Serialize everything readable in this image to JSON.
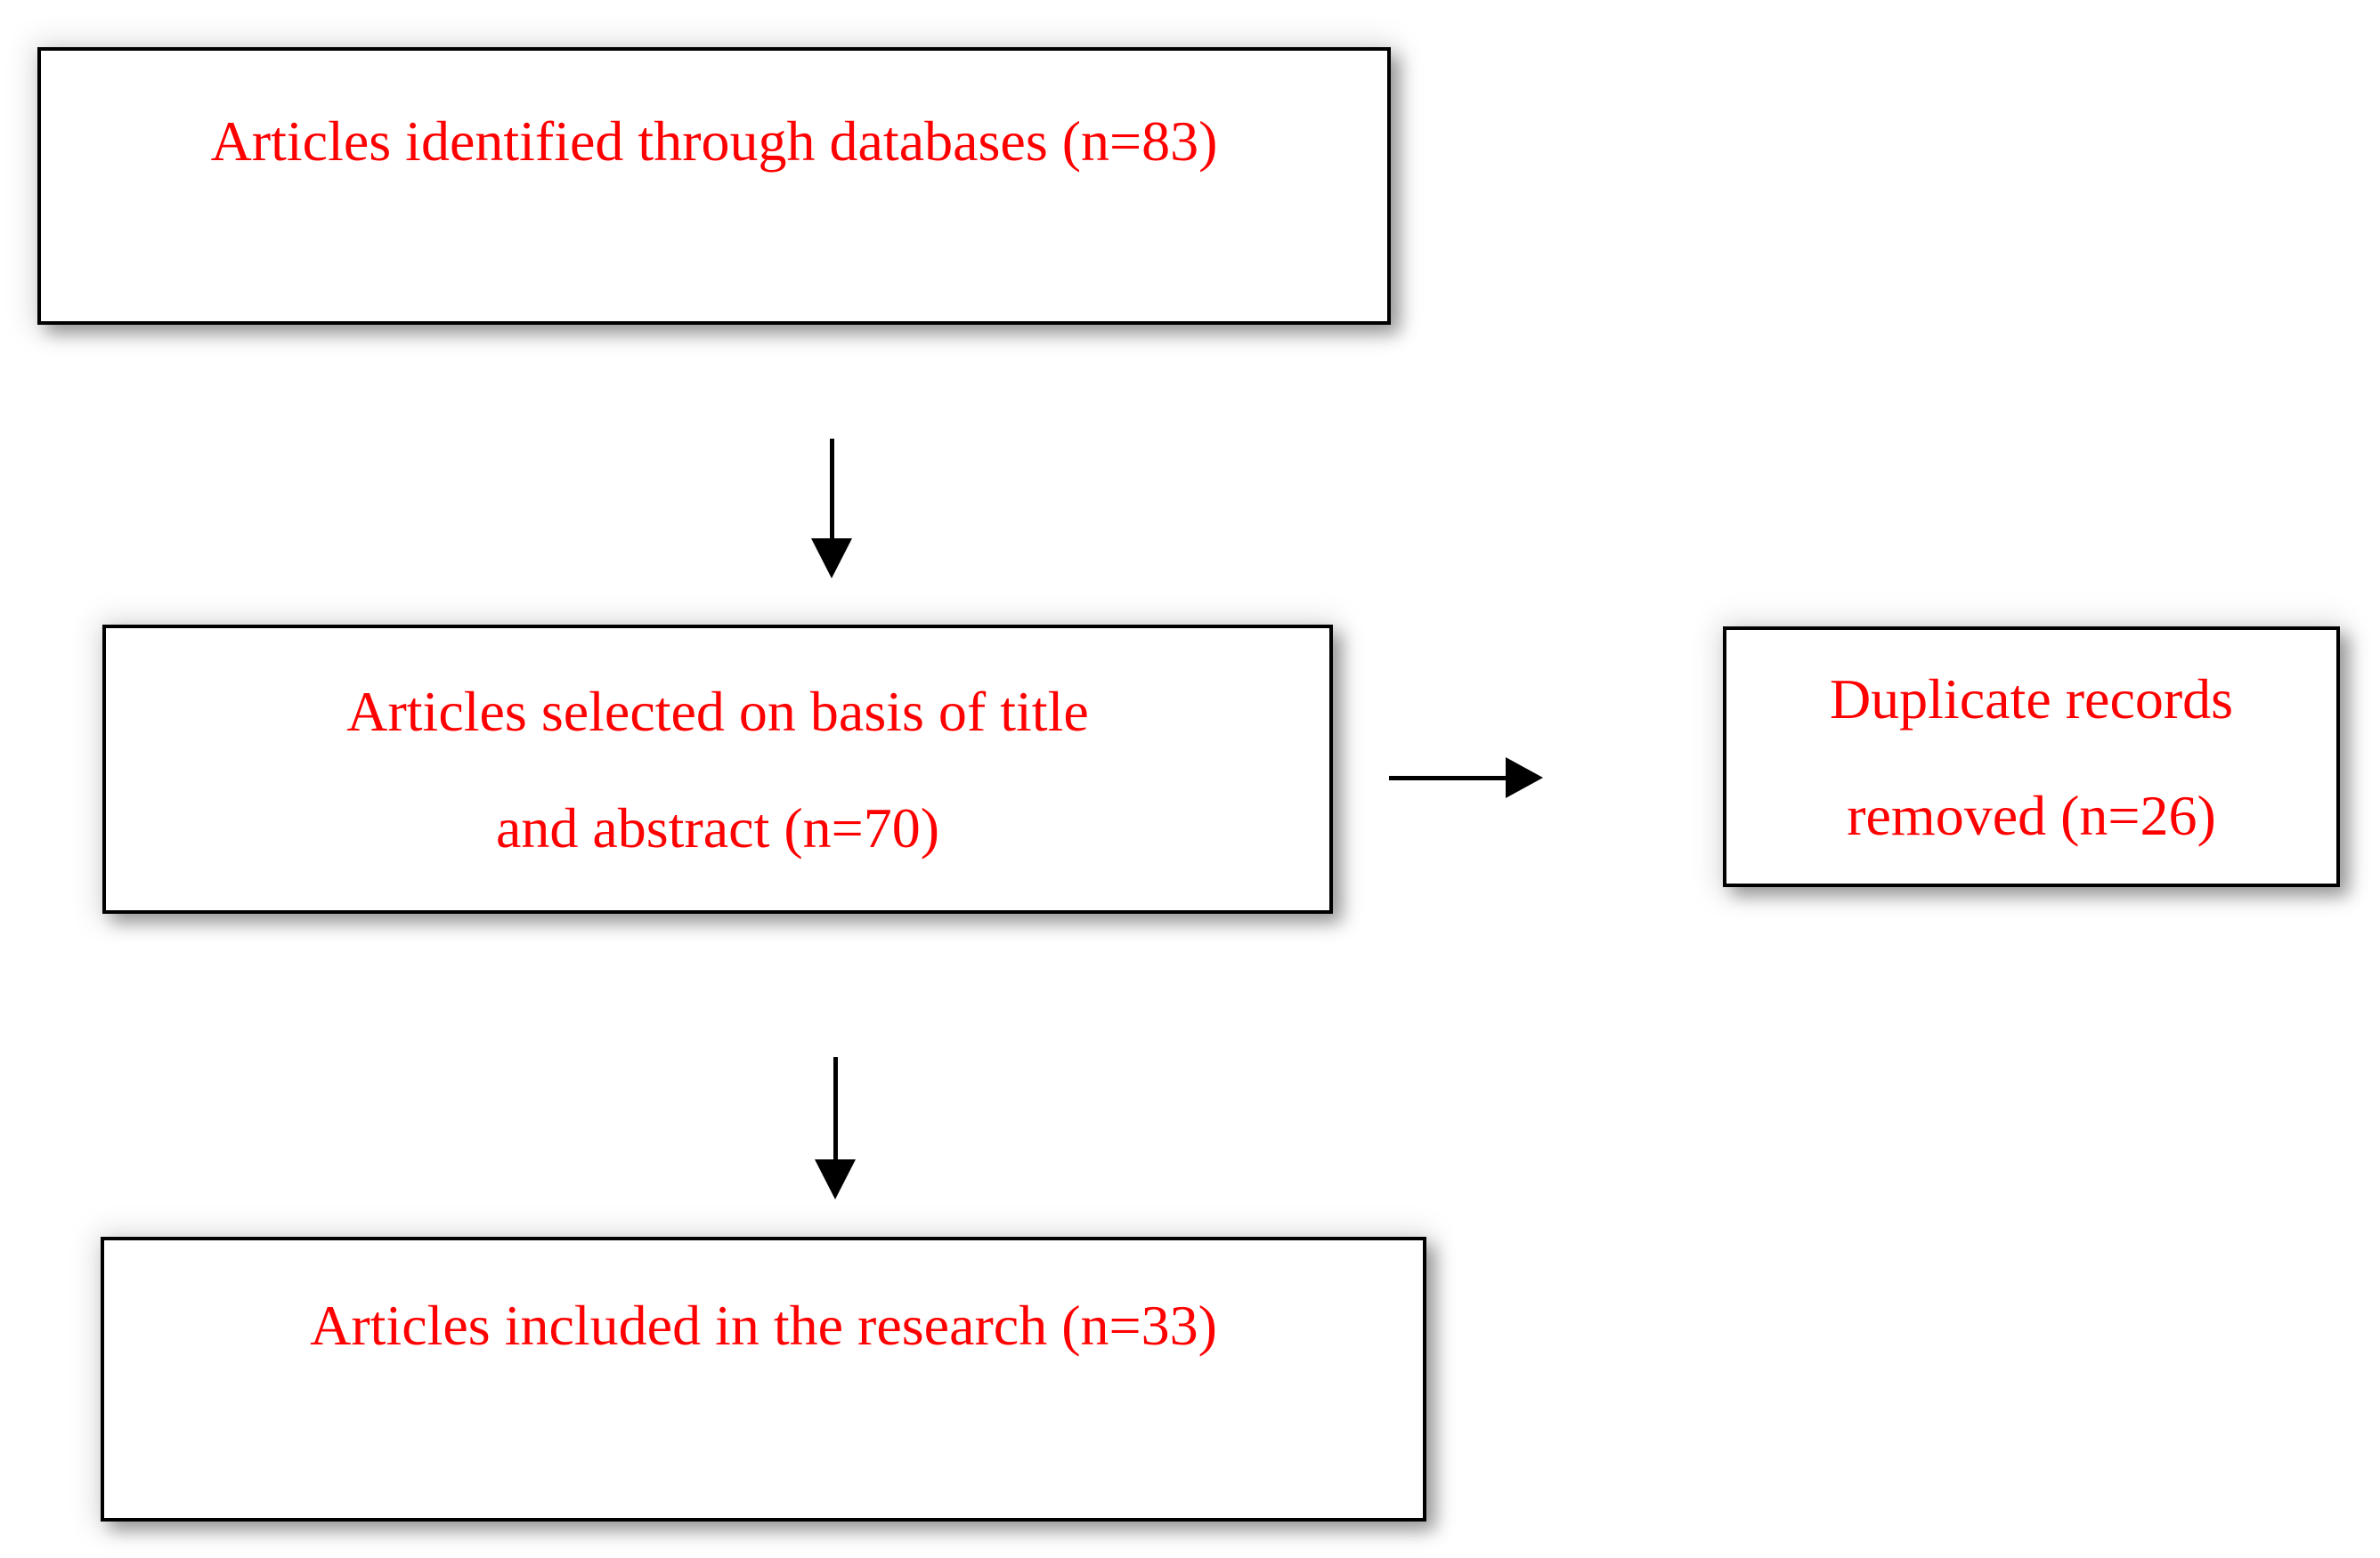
{
  "colors": {
    "text": "#ff0000",
    "border": "#000000",
    "arrow": "#000000",
    "background": "#ffffff"
  },
  "boxes": {
    "identified": {
      "line1": "Articles identified through databases (n=83)"
    },
    "selected": {
      "line1": "Articles selected on basis of title",
      "line2": "and abstract (n=70)"
    },
    "duplicates": {
      "line1": "Duplicate records",
      "line2": "removed (n=26)"
    },
    "included": {
      "line1": "Articles included in the research (n=33)"
    }
  }
}
